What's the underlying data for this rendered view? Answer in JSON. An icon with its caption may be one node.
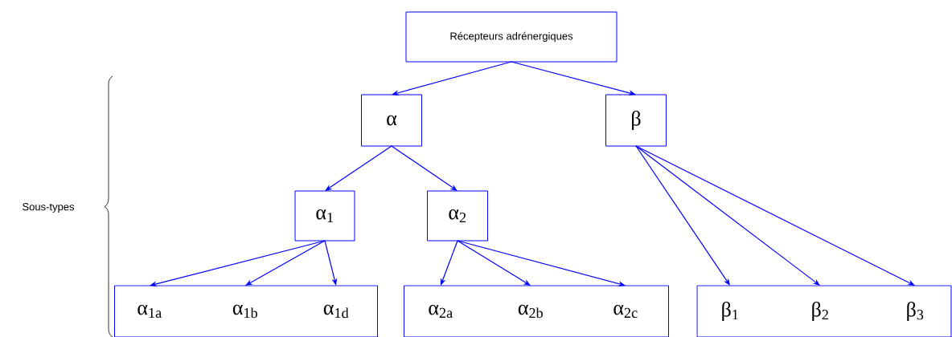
{
  "diagram": {
    "nodes": [
      {
        "text": [
          "Récepteurs adrénergiques"
        ]
      },
      {
        "text": [
          "α"
        ]
      },
      {
        "text": [
          "β"
        ]
      },
      {
        "text": [
          "α$_{1}$"
        ]
      },
      {
        "text": [
          "α$_{2}$"
        ]
      },
      {
        "text": [],
        "shape": "box"
      },
      {
        "text": [
          "α$_{1a}$"
        ],
        "in": 5
      },
      {
        "text": [
          "α$_{1b}$"
        ],
        "in": 5
      },
      {
        "text": [
          "α$_{1d}$"
        ],
        "in": 5
      },
      {
        "text": [],
        "shape": "box"
      },
      {
        "text": [
          "α$_{2a}$"
        ],
        "in": 9
      },
      {
        "text": [
          "α$_{2b}$"
        ],
        "in": 9
      },
      {
        "text": [
          "α$_{2c}$"
        ],
        "in": 9
      },
      {
        "text": [],
        "shape": "box"
      },
      {
        "text": [
          "β$_{1}$"
        ],
        "in": 13
      },
      {
        "text": [
          "β$_{2}$"
        ],
        "in": 13
      },
      {
        "text": [
          "β$_{3}$"
        ],
        "in": 13
      }
    ],
    "edges": [
      {
        "from": 0,
        "to": 1,
        "arrow": "to"
      },
      {
        "from": 0,
        "to": 2,
        "arrow": "to"
      },
      {
        "from": 1,
        "to": 3,
        "arrow": "to"
      },
      {
        "from": 1,
        "to": 4,
        "arrow": "to"
      },
      {
        "from": 3,
        "to": 6,
        "arrow": "to"
      },
      {
        "from": 3,
        "to": 7,
        "arrow": "to"
      },
      {
        "from": 3,
        "to": 8,
        "arrow": "to"
      },
      {
        "from": 4,
        "to": 10,
        "arrow": "to"
      },
      {
        "from": 4,
        "to": 11,
        "arrow": "to"
      },
      {
        "from": 4,
        "to": 12,
        "arrow": "to"
      },
      {
        "from": 2,
        "to": 14,
        "arrow": "to"
      },
      {
        "from": 2,
        "to": 15,
        "arrow": "to"
      },
      {
        "from": 2,
        "to": 16,
        "arrow": "to"
      }
    ],
    "labels": [
      "Sous-types"
    ]
  }
}
